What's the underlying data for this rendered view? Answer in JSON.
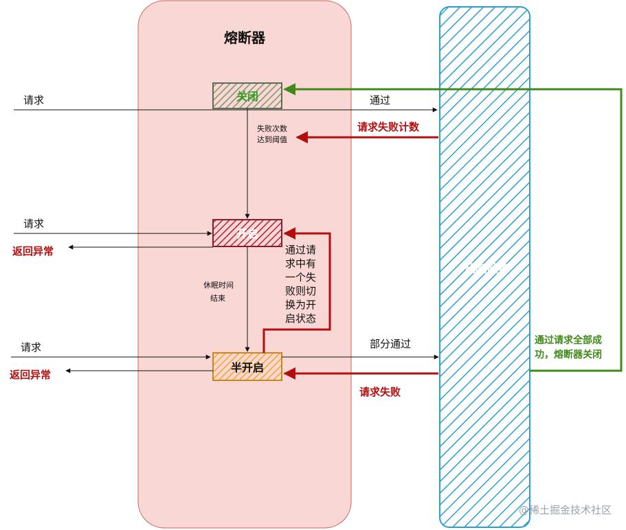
{
  "breaker": {
    "title": "熔断器"
  },
  "states": {
    "closed": "关闭",
    "open": "开启",
    "half_open": "半开启"
  },
  "downstream": {
    "label": "下游服务"
  },
  "labels": {
    "request_1": "请求",
    "request_2": "请求",
    "request_3": "请求",
    "return_error_1": "返回异常",
    "return_error_2": "返回异常",
    "pass": "通过",
    "request_fail_count": "请求失败计数",
    "fail_threshold_line1": "失败次数",
    "fail_threshold_line2": "达到阈值",
    "sleep_end_line1": "休眠时间",
    "sleep_end_line2": "结束",
    "partial_pass": "部分通过",
    "request_fail": "请求失败",
    "switch_open_lines": [
      "通过请",
      "求中有",
      "一个失",
      "败则切",
      "换为开",
      "启状态"
    ],
    "all_success_line1": "通过请求全部成",
    "all_success_line2": "功，熔断器关闭"
  },
  "watermark": "@稀土掘金技术社区",
  "colors": {
    "breaker_bg": "#f8d7d4",
    "breaker_border": "#c9625a",
    "closed_fill": "#7a946a",
    "closed_border": "#5b6e4f",
    "closed_text": "#2f9e1f",
    "open_fill": "#b3213a",
    "open_border": "#8a1a2d",
    "half_fill": "#f2a622",
    "half_border": "#c88718",
    "downstream_stroke": "#2a9fd6",
    "red_arrow": "#b30e0e",
    "green_arrow": "#3f8a19",
    "black": "#111111"
  }
}
